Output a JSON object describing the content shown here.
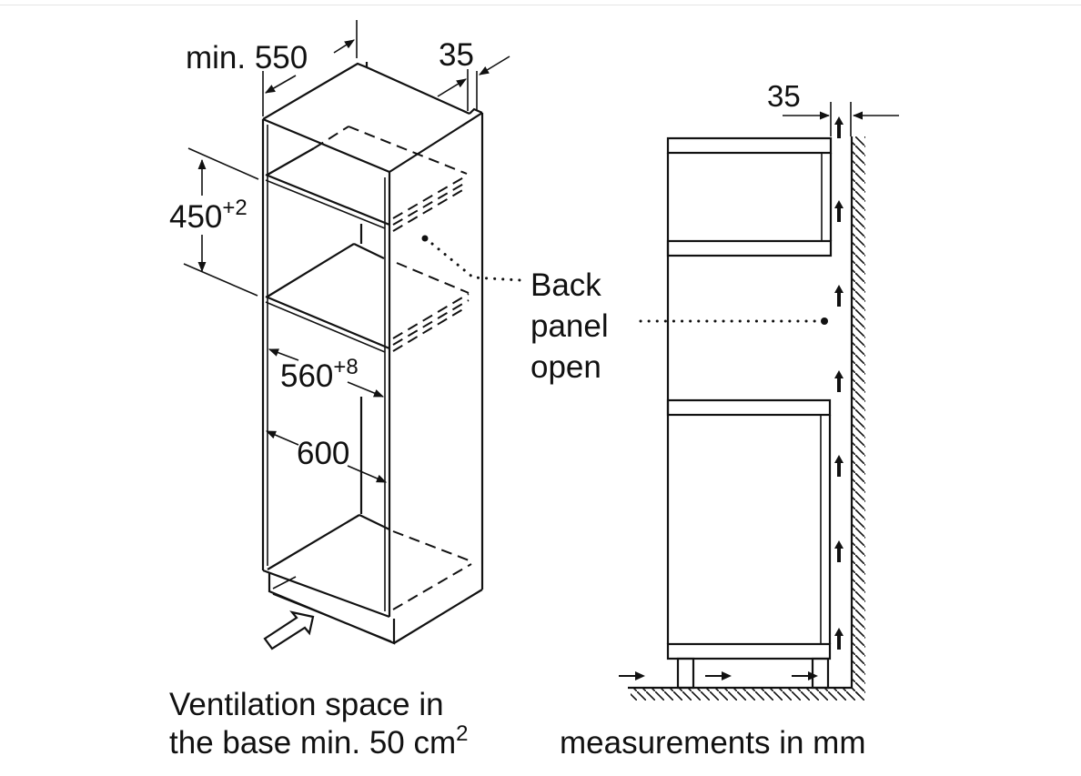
{
  "labels": {
    "width_min": "min. 550",
    "gap_top": "35",
    "niche_height": "450",
    "niche_height_tol": "+2",
    "niche_width": "560",
    "niche_width_tol": "+8",
    "cabinet_width": "600",
    "back_panel_line1": "Back",
    "back_panel_line2": "panel",
    "back_panel_line3": "open",
    "gap_side": "35",
    "ventilation_line1": "Ventilation space in",
    "ventilation_line2": "the base min. 50 cm",
    "ventilation_sup": "2",
    "units_note": "measurements in mm"
  }
}
